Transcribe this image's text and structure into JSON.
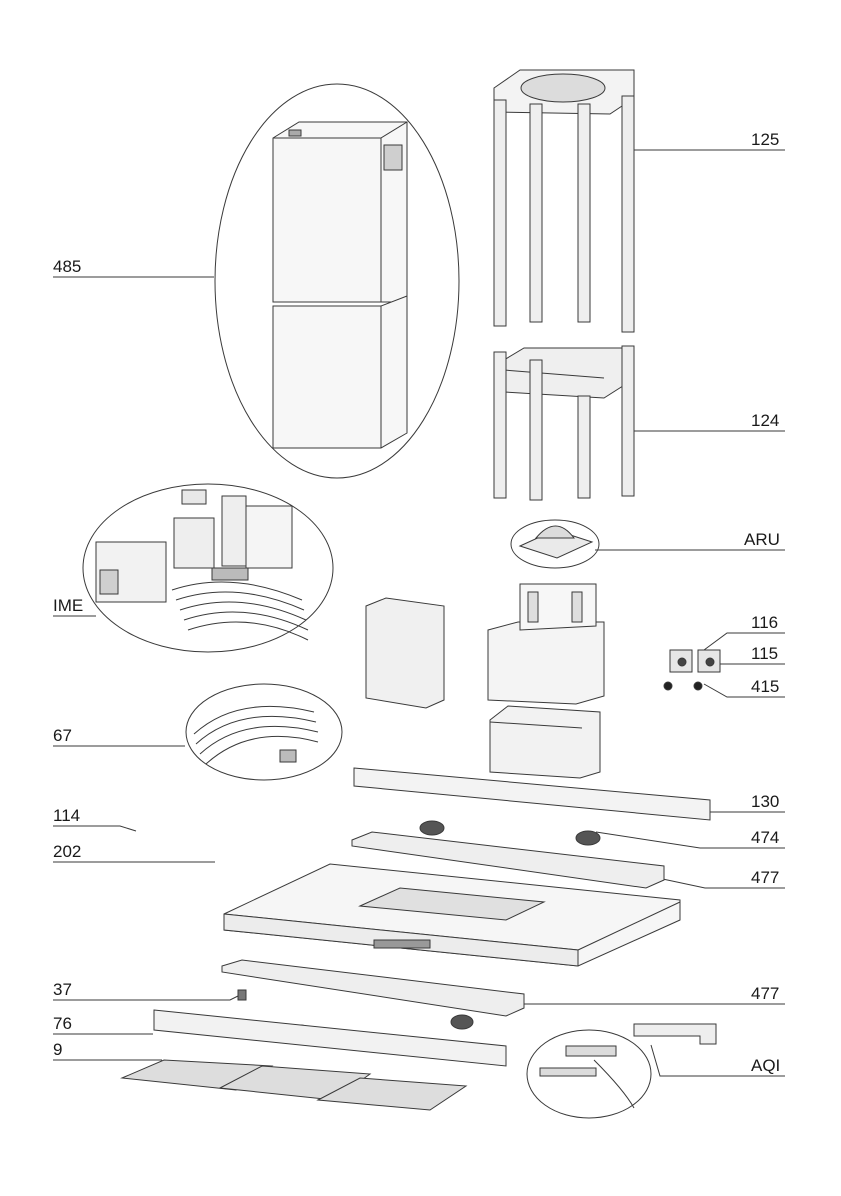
{
  "diagram": {
    "labels": {
      "p485": "485",
      "p125": "125",
      "p124": "124",
      "pARU": "ARU",
      "pIME": "IME",
      "p116": "116",
      "p115": "115",
      "p415": "415",
      "p67": "67",
      "p130": "130",
      "p114": "114",
      "p474": "474",
      "p202": "202",
      "p477a": "477",
      "p37": "37",
      "p477b": "477",
      "p76": "76",
      "p9": "9",
      "pAQI": "AQI"
    },
    "colors": {
      "line": "#3a3a3a",
      "panel": "#eaeaea",
      "dark": "#555555"
    }
  }
}
